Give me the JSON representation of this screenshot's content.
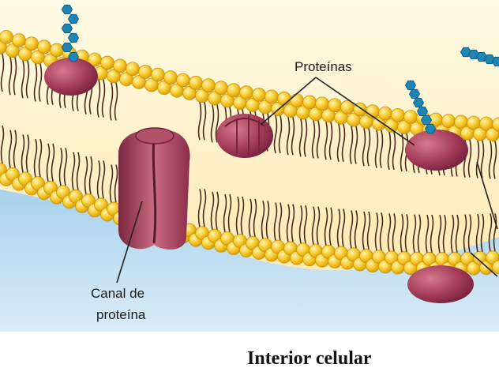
{
  "labels": {
    "proteins": "Proteínas",
    "channel_line1": "Canal de",
    "channel_line2": "proteína",
    "interior": "Interior celular"
  },
  "colors": {
    "outside_bg": "#fde9a6",
    "inside_bg": "#b9d9ee",
    "lipid_head": "#f6c92a",
    "lipid_head_edge": "#c8940a",
    "lipid_tail": "#4a2a1a",
    "protein": "#9b3050",
    "protein_light": "#c8687c",
    "glycan": "#1e86b5"
  },
  "icons": [
    "protein-channel-icon",
    "peripheral-protein-icon",
    "glycoprotein-icon",
    "glycan-chain-icon"
  ]
}
